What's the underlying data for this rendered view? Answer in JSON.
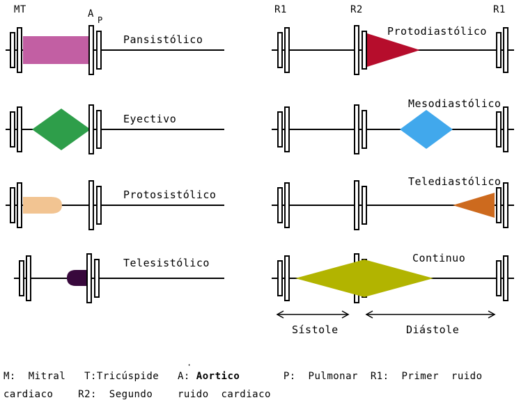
{
  "markers": {
    "mt": "MT",
    "a": "A",
    "p": "P",
    "r1_first": "R1",
    "r2": "R2",
    "r1_last": "R1"
  },
  "left_rows": [
    {
      "label": "Pansistólico",
      "shape": "plateau-band",
      "color": "#c25fa3"
    },
    {
      "label": "Eyectivo",
      "shape": "diamond",
      "color": "#2e9e4a"
    },
    {
      "label": "Protosistólico",
      "shape": "decrescendo-capsule",
      "color": "#f2c492"
    },
    {
      "label": "Telesistólico",
      "shape": "crescendo-capsule",
      "color": "#38083c"
    }
  ],
  "right_rows": [
    {
      "label": "Protodiastólico",
      "shape": "decrescendo-triangle",
      "color": "#b60d2c"
    },
    {
      "label": "Mesodiastólico",
      "shape": "diamond",
      "color": "#41a8ec"
    },
    {
      "label": "Telediastólico",
      "shape": "crescendo-triangle",
      "color": "#cd6a1e"
    },
    {
      "label": "Continuo",
      "shape": "continuous-diamond",
      "color": "#b2b400"
    }
  ],
  "phases": {
    "systole": "Sístole",
    "diastole": "Diástole"
  },
  "legend": {
    "part1": "M:  Mitral   T:Tricúspide   A: ",
    "aortico": "Aortico",
    "part2": "       P:  Pulmonar  R1:  Primer  ruido",
    "line2": "cardiaco    R2:  Segundo    ruido  cardiaco",
    "stray_mark": "·"
  }
}
